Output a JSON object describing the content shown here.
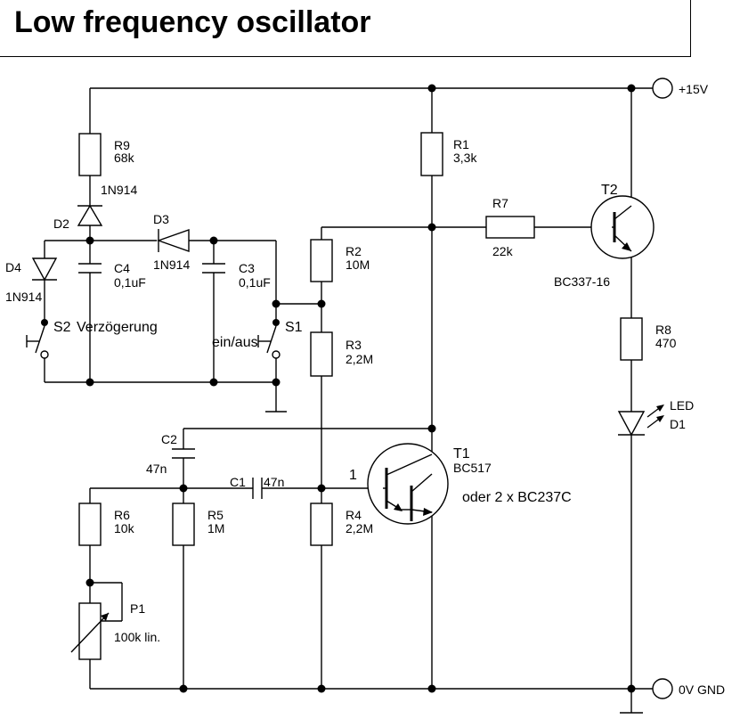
{
  "title": "Low frequency oscillator",
  "colors": {
    "ink": "#000000",
    "background": "#ffffff"
  },
  "terminals": {
    "supply": "+15V",
    "ground": "0V GND"
  },
  "components": {
    "R9": {
      "ref": "R9",
      "value": "68k"
    },
    "R1": {
      "ref": "R1",
      "value": "3,3k"
    },
    "R7": {
      "ref": "R7",
      "value": "22k"
    },
    "R2": {
      "ref": "R2",
      "value": "10M"
    },
    "R3": {
      "ref": "R3",
      "value": "2,2M"
    },
    "R4": {
      "ref": "R4",
      "value": "2,2M"
    },
    "R5": {
      "ref": "R5",
      "value": "1M"
    },
    "R6": {
      "ref": "R6",
      "value": "10k"
    },
    "R8": {
      "ref": "R8",
      "value": "470"
    },
    "D2": {
      "ref": "D2",
      "type": "1N914"
    },
    "D3": {
      "ref": "D3",
      "type": "1N914"
    },
    "D4": {
      "ref": "D4",
      "type": "1N914"
    },
    "C4": {
      "ref": "C4",
      "value": "0,1uF"
    },
    "C3": {
      "ref": "C3",
      "value": "0,1uF"
    },
    "C2": {
      "ref": "C2",
      "value": "47n"
    },
    "C1": {
      "ref": "C1",
      "value": "47n"
    },
    "S2": {
      "ref": "S2",
      "label": "Verzögerung"
    },
    "S1": {
      "ref": "S1",
      "label": "ein/aus"
    },
    "T2": {
      "ref": "T2",
      "type": "BC337-16"
    },
    "T1": {
      "ref": "T1",
      "type": "BC517",
      "alt": "oder 2 x BC237C",
      "pin": "1"
    },
    "P1": {
      "ref": "P1",
      "value": "100k lin."
    },
    "LED": {
      "label": "LED",
      "ref": "D1"
    }
  }
}
